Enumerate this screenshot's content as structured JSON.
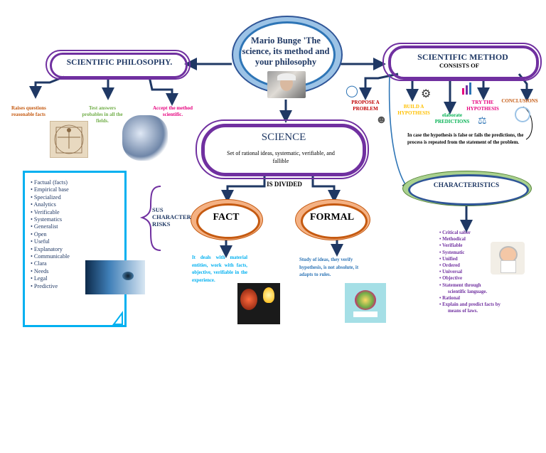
{
  "center": {
    "title": "Mario Bunge 'The science, its method and your philosophy"
  },
  "philosophy": {
    "title": "SCIENTIFIC PHILOSOPHY.",
    "items": [
      "Raises questions reasonable facts",
      "Test answers probables in all the fields.",
      "Accept the method scientific."
    ]
  },
  "method": {
    "title": "SCIENTIFIC METHOD",
    "subtitle": "CONSISTS OF",
    "steps": [
      "PROPOSE A PROBLEM",
      "BUILD A HYPOTHESIS",
      "elaborate PREDICTIONS",
      "TRY THE HYPOTHESIS",
      "CONCLUSIONS"
    ],
    "note": "In case the hypothesis is false or fails the predictions, the process is repeated from the statement of the problem."
  },
  "science": {
    "title": "SCIENCE",
    "description": "Set of rational ideas, systematic, verifiable, and fallible",
    "divided": "IS DIVIDED"
  },
  "fact": {
    "title": "FACT",
    "description": "It deals with material entities, work with facts, objective, verifiable in the experience."
  },
  "formal": {
    "title": "FORMAL",
    "description": "Study of ideas, they verify hypothesis, is not absolute, it adapts to rules."
  },
  "sus": {
    "label": "SUS CHARACTER RISKS"
  },
  "features": [
    "Factual (facts)",
    "Empirical base",
    "Specialized",
    "Analytics",
    "Verificable",
    "Systematics",
    "Generalist",
    "Open",
    "Useful",
    "Explanatory",
    "Communicable",
    "Clara",
    "Needs",
    "Legal",
    "Predictive"
  ],
  "characteristics": {
    "title": "CHARACTERISTICS",
    "items": [
      "Critical saber",
      "Methodical",
      "Verifiable",
      "Systematic",
      "Unified",
      "Ordered",
      "Universal",
      "Objective",
      "Statement through",
      "scientific language.",
      "Rational",
      "Explain and predict facts by",
      "means of laws."
    ]
  },
  "colors": {
    "navy": "#1f3864",
    "purple": "#7030a0",
    "cyan": "#00b0f0",
    "orange": "#c55a11"
  },
  "icons": [
    "portrait-photo",
    "vitruvian-man-image",
    "robot-image",
    "eye-image",
    "brain-bulb-image",
    "book-image",
    "microscope-icon",
    "team-icon",
    "chart-icon",
    "lab-icon",
    "scientist-image"
  ]
}
